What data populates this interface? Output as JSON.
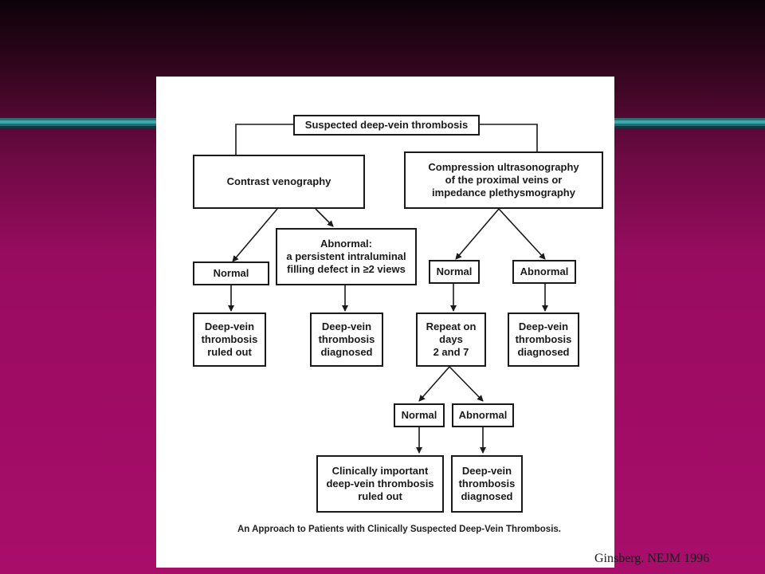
{
  "colors": {
    "background_top": "#0c0208",
    "background_bottom": "#a80d6a",
    "accent_band": "#3aa9ad",
    "figure_bg": "#ffffff",
    "ink": "#1a1a1a"
  },
  "flowchart": {
    "root": "Suspected deep-vein thrombosis",
    "left_branch": {
      "test": "Contrast venography",
      "normal": "Normal",
      "normal_result": "Deep-vein\nthrombosis\nruled out",
      "abnormal": "Abnormal:\na persistent intraluminal\nfilling defect in ≥2 views",
      "abnormal_result": "Deep-vein\nthrombosis\ndiagnosed"
    },
    "right_branch": {
      "test": "Compression ultrasonography\nof the proximal veins or\nimpedance plethysmography",
      "normal": "Normal",
      "abnormal": "Abnormal",
      "abnormal_result": "Deep-vein\nthrombosis\ndiagnosed",
      "repeat": "Repeat on\ndays\n2 and 7",
      "repeat_normal": "Normal",
      "repeat_abnormal": "Abnormal",
      "repeat_normal_result": "Clinically important\ndeep-vein thrombosis\nruled out",
      "repeat_abnormal_result": "Deep-vein\nthrombosis\ndiagnosed"
    },
    "caption": "An Approach to Patients with Clinically Suspected Deep-Vein Thrombosis."
  },
  "credit": "Ginsberg. NEJM 1996"
}
